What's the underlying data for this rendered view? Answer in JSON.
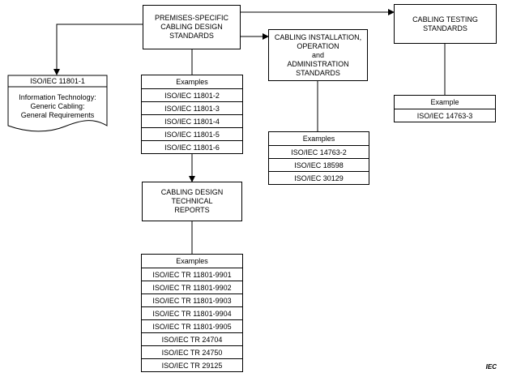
{
  "premises_box": {
    "lines": [
      "PREMISES-SPECIFIC",
      "CABLING DESIGN",
      "STANDARDS"
    ]
  },
  "testing_box": {
    "lines": [
      "CABLING TESTING",
      "STANDARDS"
    ]
  },
  "installation_box": {
    "lines": [
      "CABLING INSTALLATION,",
      "OPERATION",
      "and",
      "ADMINISTRATION",
      "STANDARDS"
    ]
  },
  "reports_box": {
    "lines": [
      "CABLING DESIGN",
      "TECHNICAL",
      "REPORTS"
    ]
  },
  "generic_doc": {
    "title": "ISO/IEC 11801-1",
    "lines": [
      "Information Technology:",
      "Generic Cabling:",
      "General Requirements"
    ]
  },
  "premises_examples": {
    "header": "Examples",
    "items": [
      "ISO/IEC 11801-2",
      "ISO/IEC 11801-3",
      "ISO/IEC 11801-4",
      "ISO/IEC 11801-5",
      "ISO/IEC 11801-6"
    ]
  },
  "installation_examples": {
    "header": "Examples",
    "items": [
      "ISO/IEC 14763-2",
      "ISO/IEC 18598",
      "ISO/IEC 30129"
    ]
  },
  "testing_examples": {
    "header": "Example",
    "items": [
      "ISO/IEC 14763-3"
    ]
  },
  "reports_examples": {
    "header": "Examples",
    "items": [
      "ISO/IEC TR 11801-9901",
      "ISO/IEC TR 11801-9902",
      "ISO/IEC TR 11801-9903",
      "ISO/IEC TR 11801-9904",
      "ISO/IEC TR 11801-9905",
      "ISO/IEC TR 24704",
      "ISO/IEC TR 24750",
      "ISO/IEC TR 29125"
    ]
  },
  "footer": {
    "label": "IEC"
  }
}
